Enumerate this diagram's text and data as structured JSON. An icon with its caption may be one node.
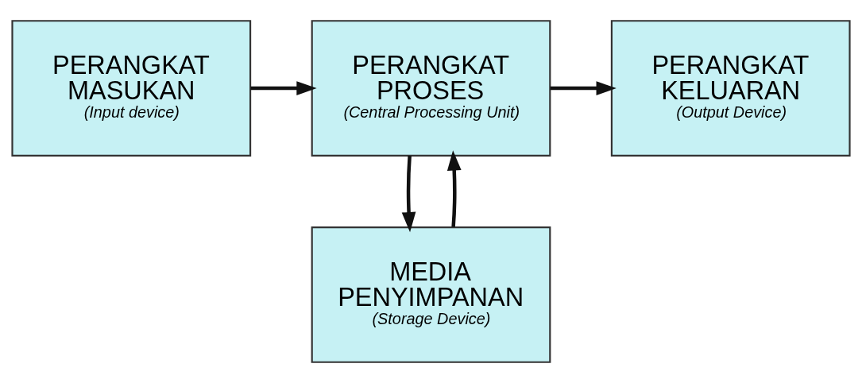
{
  "diagram": {
    "nodes": [
      {
        "text": [
          "PERANGKAT MASUKAN",
          "(Input device)"
        ]
      },
      {
        "text": [
          "PERANGKAT PROSES",
          "(Central Processing Unit)"
        ]
      },
      {
        "text": [
          "PERANGKAT KELUARAN",
          "(Output Device)"
        ]
      },
      {
        "text": [
          "MEDIA PENYIMPANAN",
          "(Storage Device)"
        ]
      }
    ],
    "edges": [
      {
        "from": 0,
        "to": 1,
        "arrow": "to"
      },
      {
        "from": 1,
        "to": 2,
        "arrow": "to"
      },
      {
        "from": 1,
        "to": 3,
        "arrow": "to"
      },
      {
        "from": 3,
        "to": 1,
        "arrow": "to"
      }
    ]
  }
}
